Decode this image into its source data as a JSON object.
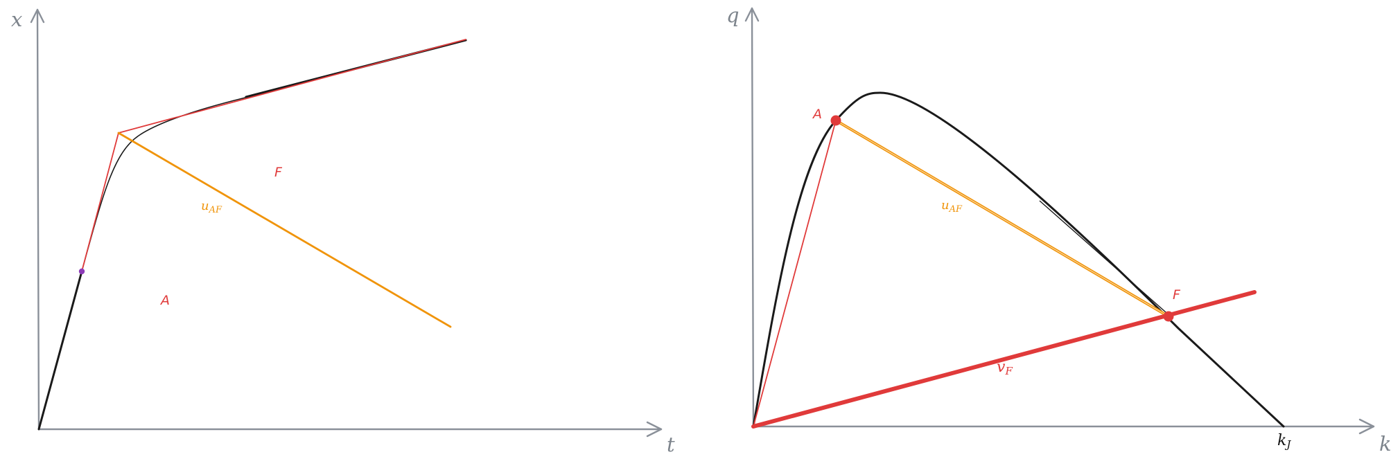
{
  "colors": {
    "axis": "#8a9099",
    "curve": "#1a1a1a",
    "red": "#e03a3a",
    "orange": "#f0940a",
    "purple": "#8e3cb8"
  },
  "left_panel": {
    "axes": {
      "x_label": "x",
      "t_label": "t"
    },
    "labels": {
      "point_A": "A",
      "point_F": "F",
      "wave_speed": {
        "main": "u",
        "sub": "AF"
      }
    }
  },
  "right_panel": {
    "axes": {
      "q_label": "q",
      "k_label": "k"
    },
    "jam_density": {
      "main": "k",
      "sub": "J"
    },
    "labels": {
      "point_A": "A",
      "point_F": "F",
      "wave_speed": {
        "main": "u",
        "sub": "AF"
      },
      "free_speed": {
        "main": "v",
        "sub": "F"
      }
    }
  }
}
